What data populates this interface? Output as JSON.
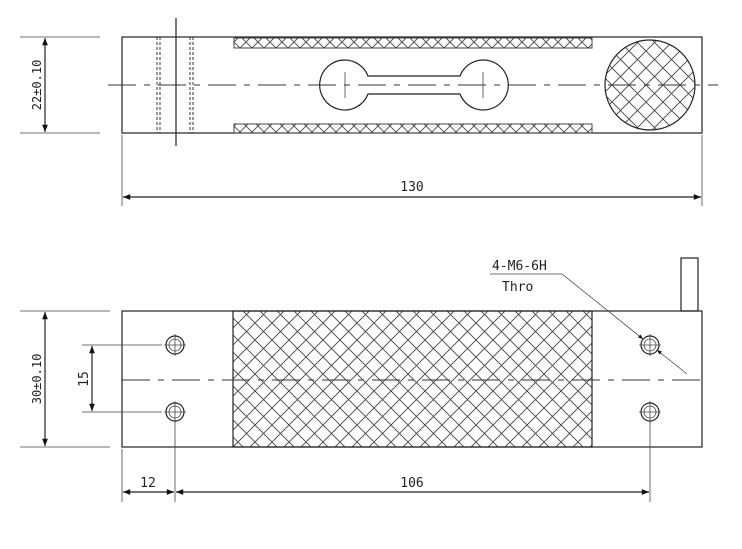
{
  "top_view": {
    "height_dim": "22±0.10",
    "length_dim": "130"
  },
  "side_view": {
    "height_dim": "30±0.10",
    "hole_spacing_dim": "15",
    "edge_offset_dim": "12",
    "hole_span_dim": "106",
    "thread_callout": "4-M6-6H",
    "thread_note": "Thro"
  },
  "colors": {
    "line": "#222222",
    "background": "#ffffff"
  }
}
